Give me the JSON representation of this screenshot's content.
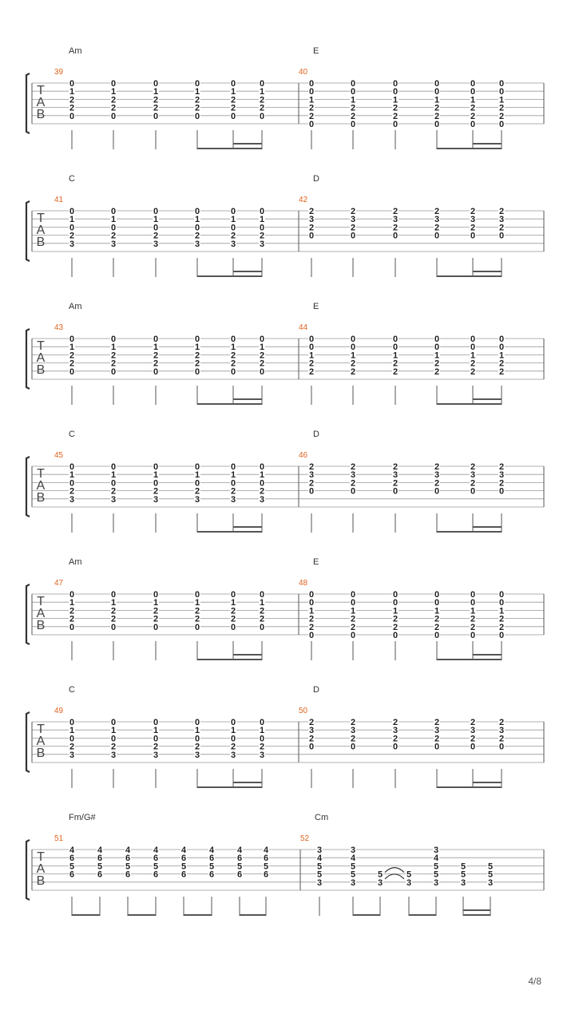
{
  "page_number": "4/8",
  "tab_clef_letters": [
    "T",
    "A",
    "B"
  ],
  "systems": [
    {
      "measures": [
        {
          "number": "39",
          "chord": "Am",
          "columns": [
            [
              "0",
              "1",
              "2",
              "2",
              "0",
              ""
            ],
            [
              "0",
              "1",
              "2",
              "2",
              "0",
              ""
            ],
            [
              "0",
              "1",
              "2",
              "2",
              "0",
              ""
            ],
            [
              "0",
              "1",
              "2",
              "2",
              "0",
              ""
            ],
            [
              "0",
              "1",
              "2",
              "2",
              "0",
              ""
            ],
            [
              "0",
              "1",
              "2",
              "2",
              "0",
              ""
            ]
          ]
        },
        {
          "number": "40",
          "chord": "E",
          "columns": [
            [
              "0",
              "0",
              "1",
              "2",
              "2",
              "0"
            ],
            [
              "0",
              "0",
              "1",
              "2",
              "2",
              "0"
            ],
            [
              "0",
              "0",
              "1",
              "2",
              "2",
              "0"
            ],
            [
              "0",
              "0",
              "1",
              "2",
              "2",
              "0"
            ],
            [
              "0",
              "0",
              "1",
              "2",
              "2",
              "0"
            ],
            [
              "0",
              "0",
              "1",
              "2",
              "2",
              "0"
            ]
          ]
        }
      ]
    },
    {
      "measures": [
        {
          "number": "41",
          "chord": "C",
          "columns": [
            [
              "0",
              "1",
              "0",
              "2",
              "3",
              ""
            ],
            [
              "0",
              "1",
              "0",
              "2",
              "3",
              ""
            ],
            [
              "0",
              "1",
              "0",
              "2",
              "3",
              ""
            ],
            [
              "0",
              "1",
              "0",
              "2",
              "3",
              ""
            ],
            [
              "0",
              "1",
              "0",
              "2",
              "3",
              ""
            ],
            [
              "0",
              "1",
              "0",
              "2",
              "3",
              ""
            ]
          ]
        },
        {
          "number": "42",
          "chord": "D",
          "columns": [
            [
              "2",
              "3",
              "2",
              "0",
              "",
              ""
            ],
            [
              "2",
              "3",
              "2",
              "0",
              "",
              ""
            ],
            [
              "2",
              "3",
              "2",
              "0",
              "",
              ""
            ],
            [
              "2",
              "3",
              "2",
              "0",
              "",
              ""
            ],
            [
              "2",
              "3",
              "2",
              "0",
              "",
              ""
            ],
            [
              "2",
              "3",
              "2",
              "0",
              "",
              ""
            ]
          ]
        }
      ]
    },
    {
      "measures": [
        {
          "number": "43",
          "chord": "Am",
          "columns": [
            [
              "0",
              "1",
              "2",
              "2",
              "0",
              ""
            ],
            [
              "0",
              "1",
              "2",
              "2",
              "0",
              ""
            ],
            [
              "0",
              "1",
              "2",
              "2",
              "0",
              ""
            ],
            [
              "0",
              "1",
              "2",
              "2",
              "0",
              ""
            ],
            [
              "0",
              "1",
              "2",
              "2",
              "0",
              ""
            ],
            [
              "0",
              "1",
              "2",
              "2",
              "0",
              ""
            ]
          ]
        },
        {
          "number": "44",
          "chord": "E",
          "columns": [
            [
              "0",
              "0",
              "1",
              "2",
              "2",
              ""
            ],
            [
              "0",
              "0",
              "1",
              "2",
              "2",
              ""
            ],
            [
              "0",
              "0",
              "1",
              "2",
              "2",
              ""
            ],
            [
              "0",
              "0",
              "1",
              "2",
              "2",
              ""
            ],
            [
              "0",
              "0",
              "1",
              "2",
              "2",
              ""
            ],
            [
              "0",
              "0",
              "1",
              "2",
              "2",
              ""
            ]
          ]
        }
      ]
    },
    {
      "measures": [
        {
          "number": "45",
          "chord": "C",
          "columns": [
            [
              "0",
              "1",
              "0",
              "2",
              "3",
              ""
            ],
            [
              "0",
              "1",
              "0",
              "2",
              "3",
              ""
            ],
            [
              "0",
              "1",
              "0",
              "2",
              "3",
              ""
            ],
            [
              "0",
              "1",
              "0",
              "2",
              "3",
              ""
            ],
            [
              "0",
              "1",
              "0",
              "2",
              "3",
              ""
            ],
            [
              "0",
              "1",
              "0",
              "2",
              "3",
              ""
            ]
          ]
        },
        {
          "number": "46",
          "chord": "D",
          "columns": [
            [
              "2",
              "3",
              "2",
              "0",
              "",
              ""
            ],
            [
              "2",
              "3",
              "2",
              "0",
              "",
              ""
            ],
            [
              "2",
              "3",
              "2",
              "0",
              "",
              ""
            ],
            [
              "2",
              "3",
              "2",
              "0",
              "",
              ""
            ],
            [
              "2",
              "3",
              "2",
              "0",
              "",
              ""
            ],
            [
              "2",
              "3",
              "2",
              "0",
              "",
              ""
            ]
          ]
        }
      ]
    },
    {
      "measures": [
        {
          "number": "47",
          "chord": "Am",
          "columns": [
            [
              "0",
              "1",
              "2",
              "2",
              "0",
              ""
            ],
            [
              "0",
              "1",
              "2",
              "2",
              "0",
              ""
            ],
            [
              "0",
              "1",
              "2",
              "2",
              "0",
              ""
            ],
            [
              "0",
              "1",
              "2",
              "2",
              "0",
              ""
            ],
            [
              "0",
              "1",
              "2",
              "2",
              "0",
              ""
            ],
            [
              "0",
              "1",
              "2",
              "2",
              "0",
              ""
            ]
          ]
        },
        {
          "number": "48",
          "chord": "E",
          "columns": [
            [
              "0",
              "0",
              "1",
              "2",
              "2",
              "0"
            ],
            [
              "0",
              "0",
              "1",
              "2",
              "2",
              "0"
            ],
            [
              "0",
              "0",
              "1",
              "2",
              "2",
              "0"
            ],
            [
              "0",
              "0",
              "1",
              "2",
              "2",
              "0"
            ],
            [
              "0",
              "0",
              "1",
              "2",
              "2",
              "0"
            ],
            [
              "0",
              "0",
              "1",
              "2",
              "2",
              "0"
            ]
          ]
        }
      ]
    },
    {
      "measures": [
        {
          "number": "49",
          "chord": "C",
          "columns": [
            [
              "0",
              "1",
              "0",
              "2",
              "3",
              ""
            ],
            [
              "0",
              "1",
              "0",
              "2",
              "3",
              ""
            ],
            [
              "0",
              "1",
              "0",
              "2",
              "3",
              ""
            ],
            [
              "0",
              "1",
              "0",
              "2",
              "3",
              ""
            ],
            [
              "0",
              "1",
              "0",
              "2",
              "3",
              ""
            ],
            [
              "0",
              "1",
              "0",
              "2",
              "3",
              ""
            ]
          ]
        },
        {
          "number": "50",
          "chord": "D",
          "columns": [
            [
              "2",
              "3",
              "2",
              "0",
              "",
              ""
            ],
            [
              "2",
              "3",
              "2",
              "0",
              "",
              ""
            ],
            [
              "2",
              "3",
              "2",
              "0",
              "",
              ""
            ],
            [
              "2",
              "3",
              "2",
              "0",
              "",
              ""
            ],
            [
              "2",
              "3",
              "2",
              "0",
              "",
              ""
            ],
            [
              "2",
              "3",
              "2",
              "0",
              "",
              ""
            ]
          ]
        }
      ]
    },
    {
      "measures": [
        {
          "number": "51",
          "chord": "Fm/G#",
          "columns": [
            [
              "4",
              "6",
              "5",
              "6",
              "",
              ""
            ],
            [
              "4",
              "6",
              "5",
              "6",
              "",
              ""
            ],
            [
              "4",
              "6",
              "5",
              "6",
              "",
              ""
            ],
            [
              "4",
              "6",
              "5",
              "6",
              "",
              ""
            ],
            [
              "4",
              "6",
              "5",
              "6",
              "",
              ""
            ],
            [
              "4",
              "6",
              "5",
              "6",
              "",
              ""
            ],
            [
              "4",
              "6",
              "5",
              "6",
              "",
              ""
            ],
            [
              "4",
              "6",
              "5",
              "6",
              "",
              ""
            ]
          ]
        },
        {
          "number": "52",
          "chord": "Cm",
          "columns": [
            [
              "3",
              "4",
              "5",
              "5",
              "3",
              ""
            ],
            [
              "3",
              "4",
              "5",
              "5",
              "3",
              ""
            ],
            [
              "",
              "",
              "",
              "5",
              "3",
              ""
            ],
            [
              "",
              "",
              "",
              "5",
              "3",
              ""
            ],
            [
              "3",
              "4",
              "5",
              "5",
              "3",
              ""
            ],
            [
              "",
              "",
              "5",
              "5",
              "3",
              ""
            ],
            [
              "",
              "",
              "5",
              "5",
              "3",
              ""
            ]
          ]
        }
      ]
    }
  ]
}
